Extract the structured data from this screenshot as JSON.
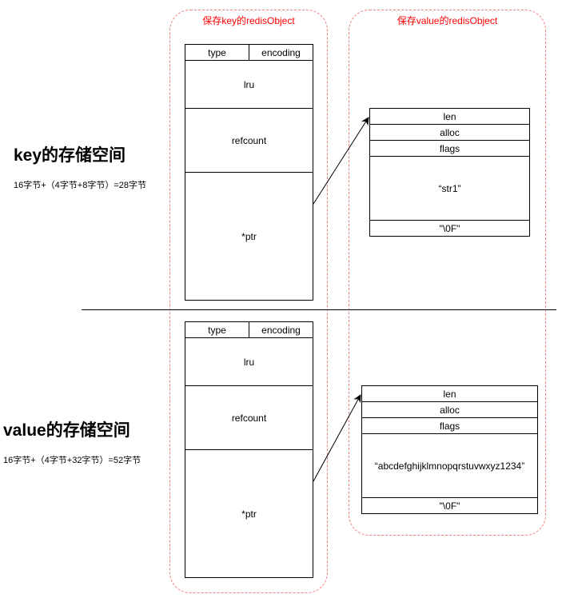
{
  "key_group": {
    "title": "保存key的redisObject"
  },
  "value_group": {
    "title": "保存value的redisObject"
  },
  "key_section": {
    "heading": "key的存储空间",
    "formula": "16字节+（4字节+8字节）=28字节"
  },
  "value_section": {
    "heading": "value的存储空间",
    "formula": "16字节+（4字节+32字节）=52字节"
  },
  "redis_object": {
    "type": "type",
    "encoding": "encoding",
    "lru": "lru",
    "refcount": "refcount",
    "ptr": "*ptr"
  },
  "sds_key": {
    "len": "len",
    "alloc": "alloc",
    "flags": "flags",
    "buf": "“str1”",
    "terminator": "\"\\0F\""
  },
  "sds_value": {
    "len": "len",
    "alloc": "alloc",
    "flags": "flags",
    "buf": "“abcdefghijklmnopqrstuvwxyz1234”",
    "terminator": "\"\\0F\""
  }
}
